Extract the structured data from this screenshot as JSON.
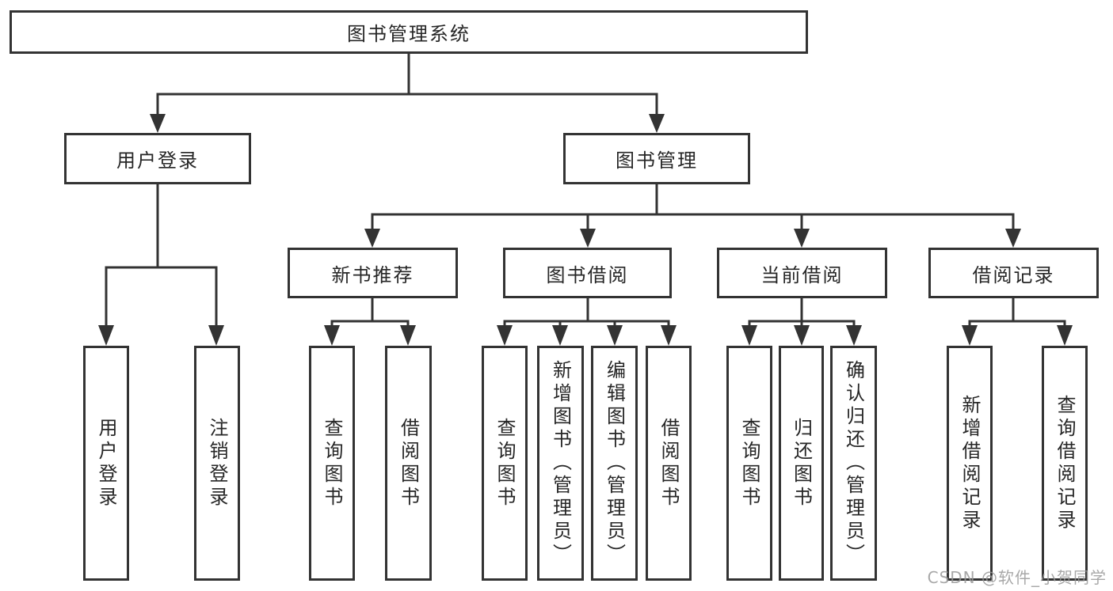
{
  "diagram_title": "图书管理系统",
  "watermark": "CSDN @软件_小贺同学",
  "colors": {
    "line": "#333333",
    "text": "#262626",
    "background": "#ffffff",
    "watermark": "#999999"
  },
  "nodes": {
    "root": {
      "label": "图书管理系统"
    },
    "user_login_group": {
      "label": "用户登录"
    },
    "book_mgmt": {
      "label": "图书管理"
    },
    "user_login": {
      "label": "用户登录"
    },
    "logout": {
      "label": "注销登录"
    },
    "new_books": {
      "label": "新书推荐"
    },
    "book_borrow": {
      "label": "图书借阅"
    },
    "current_borrow": {
      "label": "当前借阅"
    },
    "borrow_records": {
      "label": "借阅记录"
    },
    "nb_query": {
      "label": "查询图书"
    },
    "nb_borrow": {
      "label": "借阅图书"
    },
    "bb_query": {
      "label": "查询图书"
    },
    "bb_add": {
      "label": "新增图书（管理员）"
    },
    "bb_edit": {
      "label": "编辑图书（管理员）"
    },
    "bb_borrow": {
      "label": "借阅图书"
    },
    "cb_query": {
      "label": "查询图书"
    },
    "cb_return": {
      "label": "归还图书"
    },
    "cb_confirm": {
      "label": "确认归还（管理员）"
    },
    "br_add": {
      "label": "新增借阅记录"
    },
    "br_query": {
      "label": "查询借阅记录"
    }
  },
  "hierarchy": {
    "root": [
      "user_login_group",
      "book_mgmt"
    ],
    "user_login_group": [
      "user_login",
      "logout"
    ],
    "book_mgmt": [
      "new_books",
      "book_borrow",
      "current_borrow",
      "borrow_records"
    ],
    "new_books": [
      "nb_query",
      "nb_borrow"
    ],
    "book_borrow": [
      "bb_query",
      "bb_add",
      "bb_edit",
      "bb_borrow"
    ],
    "current_borrow": [
      "cb_query",
      "cb_return",
      "cb_confirm"
    ],
    "borrow_records": [
      "br_add",
      "br_query"
    ]
  }
}
